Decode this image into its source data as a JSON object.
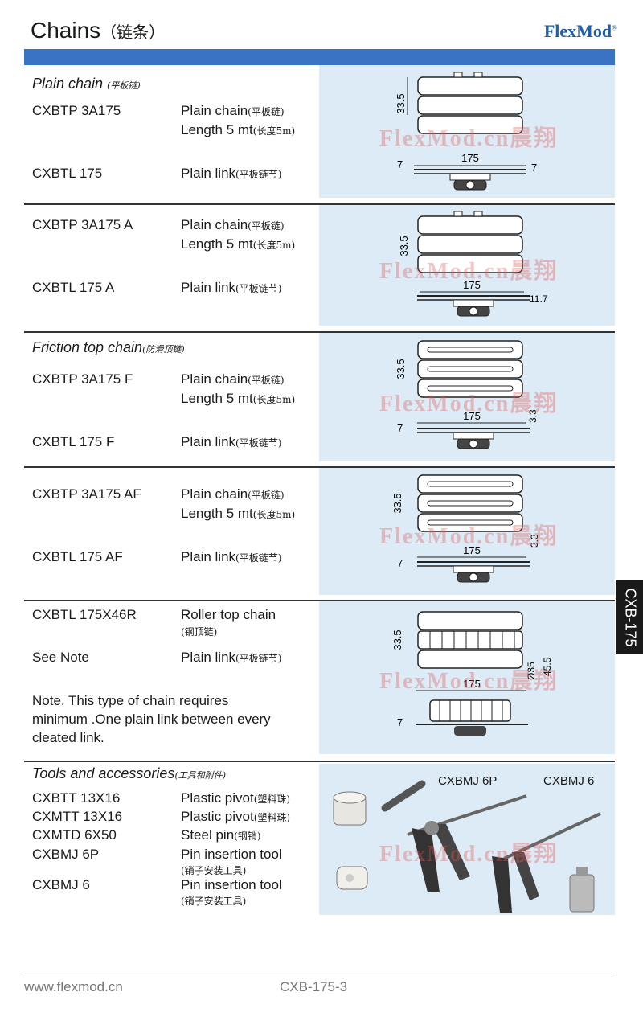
{
  "header": {
    "title": "Chains",
    "title_cn": "（链条）",
    "brand": "FlexMod",
    "brand_mark": "®"
  },
  "side_tab": "CXB-175",
  "watermark": "FlexMod.cn晨翔",
  "sections": {
    "plain": {
      "label": "Plain chain",
      "label_cn": "(平板链)"
    },
    "friction": {
      "label": "Friction top chain",
      "label_cn": "(防滑顶链)"
    },
    "tools": {
      "label": "Tools and accessories",
      "label_cn": "(工具和附件)"
    }
  },
  "rows": [
    {
      "code": "CXBTP 3A175",
      "desc": "Plain chain",
      "desc_cn": "(平板链)",
      "desc2": "Length 5 mt",
      "desc2_cn": "(长度5m)"
    },
    {
      "code": "CXBTL 175",
      "desc": "Plain link",
      "desc_cn": "(平板链节)"
    },
    {
      "code": "CXBTP 3A175 A",
      "desc": "Plain chain",
      "desc_cn": "(平板链)",
      "desc2": "Length 5 mt",
      "desc2_cn": "(长度5m)"
    },
    {
      "code": "CXBTL 175 A",
      "desc": "Plain link",
      "desc_cn": "(平板链节)"
    },
    {
      "code": "CXBTP 3A175 F",
      "desc": "Plain chain",
      "desc_cn": "(平板链)",
      "desc2": "Length 5 mt",
      "desc2_cn": "(长度5m)"
    },
    {
      "code": "CXBTL 175 F",
      "desc": "Plain link",
      "desc_cn": "(平板链节)"
    },
    {
      "code": "CXBTP 3A175 AF",
      "desc": "Plain chain",
      "desc_cn": "(平板链)",
      "desc2": "Length 5 mt",
      "desc2_cn": "(长度5m)"
    },
    {
      "code": "CXBTL 175 AF",
      "desc": "Plain link",
      "desc_cn": "(平板链节)"
    },
    {
      "code": "CXBTL 175X46R",
      "desc": "Roller top chain",
      "desc_cn": "(钢顶链)"
    },
    {
      "code": "See Note",
      "desc": "Plain link",
      "desc_cn": "(平板链节)"
    }
  ],
  "note": "Note. This type of chain requires minimum .One plain link between every cleated link.",
  "tools": [
    {
      "code": "CXBTT 13X16",
      "desc": "Plastic pivot",
      "desc_cn": "(塑料珠)"
    },
    {
      "code": "CXMTT 13X16",
      "desc": "Plastic pivot",
      "desc_cn": "(塑料珠)"
    },
    {
      "code": "CXMTD 6X50",
      "desc": "Steel pin",
      "desc_cn": "(钢销)"
    },
    {
      "code": "CXBMJ 6P",
      "desc": "Pin insertion tool",
      "desc_cn": "(销子安装工具)"
    },
    {
      "code": "CXBMJ 6",
      "desc": "Pin insertion tool",
      "desc_cn": "(销子安装工具)"
    }
  ],
  "tool_labels": {
    "left": "CXBMJ 6P",
    "right": "CXBMJ 6"
  },
  "dims": {
    "d1_pitch": "33.5",
    "d1_width": "175",
    "d1_h_left": "7",
    "d1_h_right": "7",
    "d2_pitch": "33.5",
    "d2_width": "175",
    "d2_h": "11.7",
    "d3_pitch": "33.5",
    "d3_width": "175",
    "d3_h_left": "7",
    "d3_h_right": "3.3",
    "d4_pitch": "33.5",
    "d4_width": "175",
    "d4_h_left": "7",
    "d4_h_right": "3.3",
    "d5_pitch": "33.5",
    "d5_width": "175",
    "d5_h_left": "7",
    "d5_dia": "Ø35",
    "d5_h": "45.5"
  },
  "footer": {
    "url": "www.flexmod.cn",
    "page": "CXB-175-3"
  }
}
